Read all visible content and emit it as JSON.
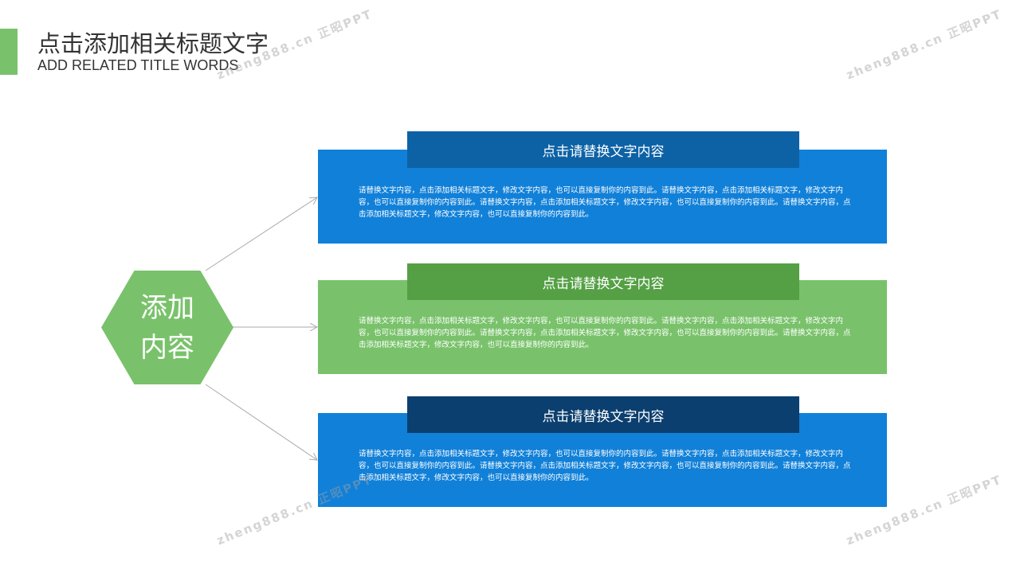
{
  "header": {
    "title": "点击添加相关标题文字",
    "subtitle": "ADD RELATED TITLE WORDS"
  },
  "hexagon": {
    "line1": "添加",
    "line2": "内容",
    "color": "#79c26b"
  },
  "items": [
    {
      "title": "点击请替换文字内容",
      "body": "请替换文字内容，点击添加相关标题文字，修改文字内容，也可以直接复制你的内容到此。请替换文字内容，点击添加相关标题文字，修改文字内容，也可以直接复制你的内容到此。请替换文字内容，点击添加相关标题文字，修改文字内容，也可以直接复制你的内容到此。请替换文字内容，点击添加相关标题文字，修改文字内容，也可以直接复制你的内容到此。",
      "box_color": "#1180d8",
      "header_color": "#0d62a6"
    },
    {
      "title": "点击请替换文字内容",
      "body": "请替换文字内容，点击添加相关标题文字，修改文字内容，也可以直接复制你的内容到此。请替换文字内容，点击添加相关标题文字，修改文字内容，也可以直接复制你的内容到此。请替换文字内容，点击添加相关标题文字，修改文字内容，也可以直接复制你的内容到此。请替换文字内容，点击添加相关标题文字，修改文字内容，也可以直接复制你的内容到此。",
      "box_color": "#79c26b",
      "header_color": "#55a045"
    },
    {
      "title": "点击请替换文字内容",
      "body": "请替换文字内容，点击添加相关标题文字，修改文字内容，也可以直接复制你的内容到此。请替换文字内容，点击添加相关标题文字，修改文字内容，也可以直接复制你的内容到此。请替换文字内容，点击添加相关标题文字，修改文字内容，也可以直接复制你的内容到此。请替换文字内容，点击添加相关标题文字，修改文字内容，也可以直接复制你的内容到此。",
      "box_color": "#1180d8",
      "header_color": "#0b3f6f"
    }
  ],
  "watermark": "zheng888.cn 正昭PPT"
}
